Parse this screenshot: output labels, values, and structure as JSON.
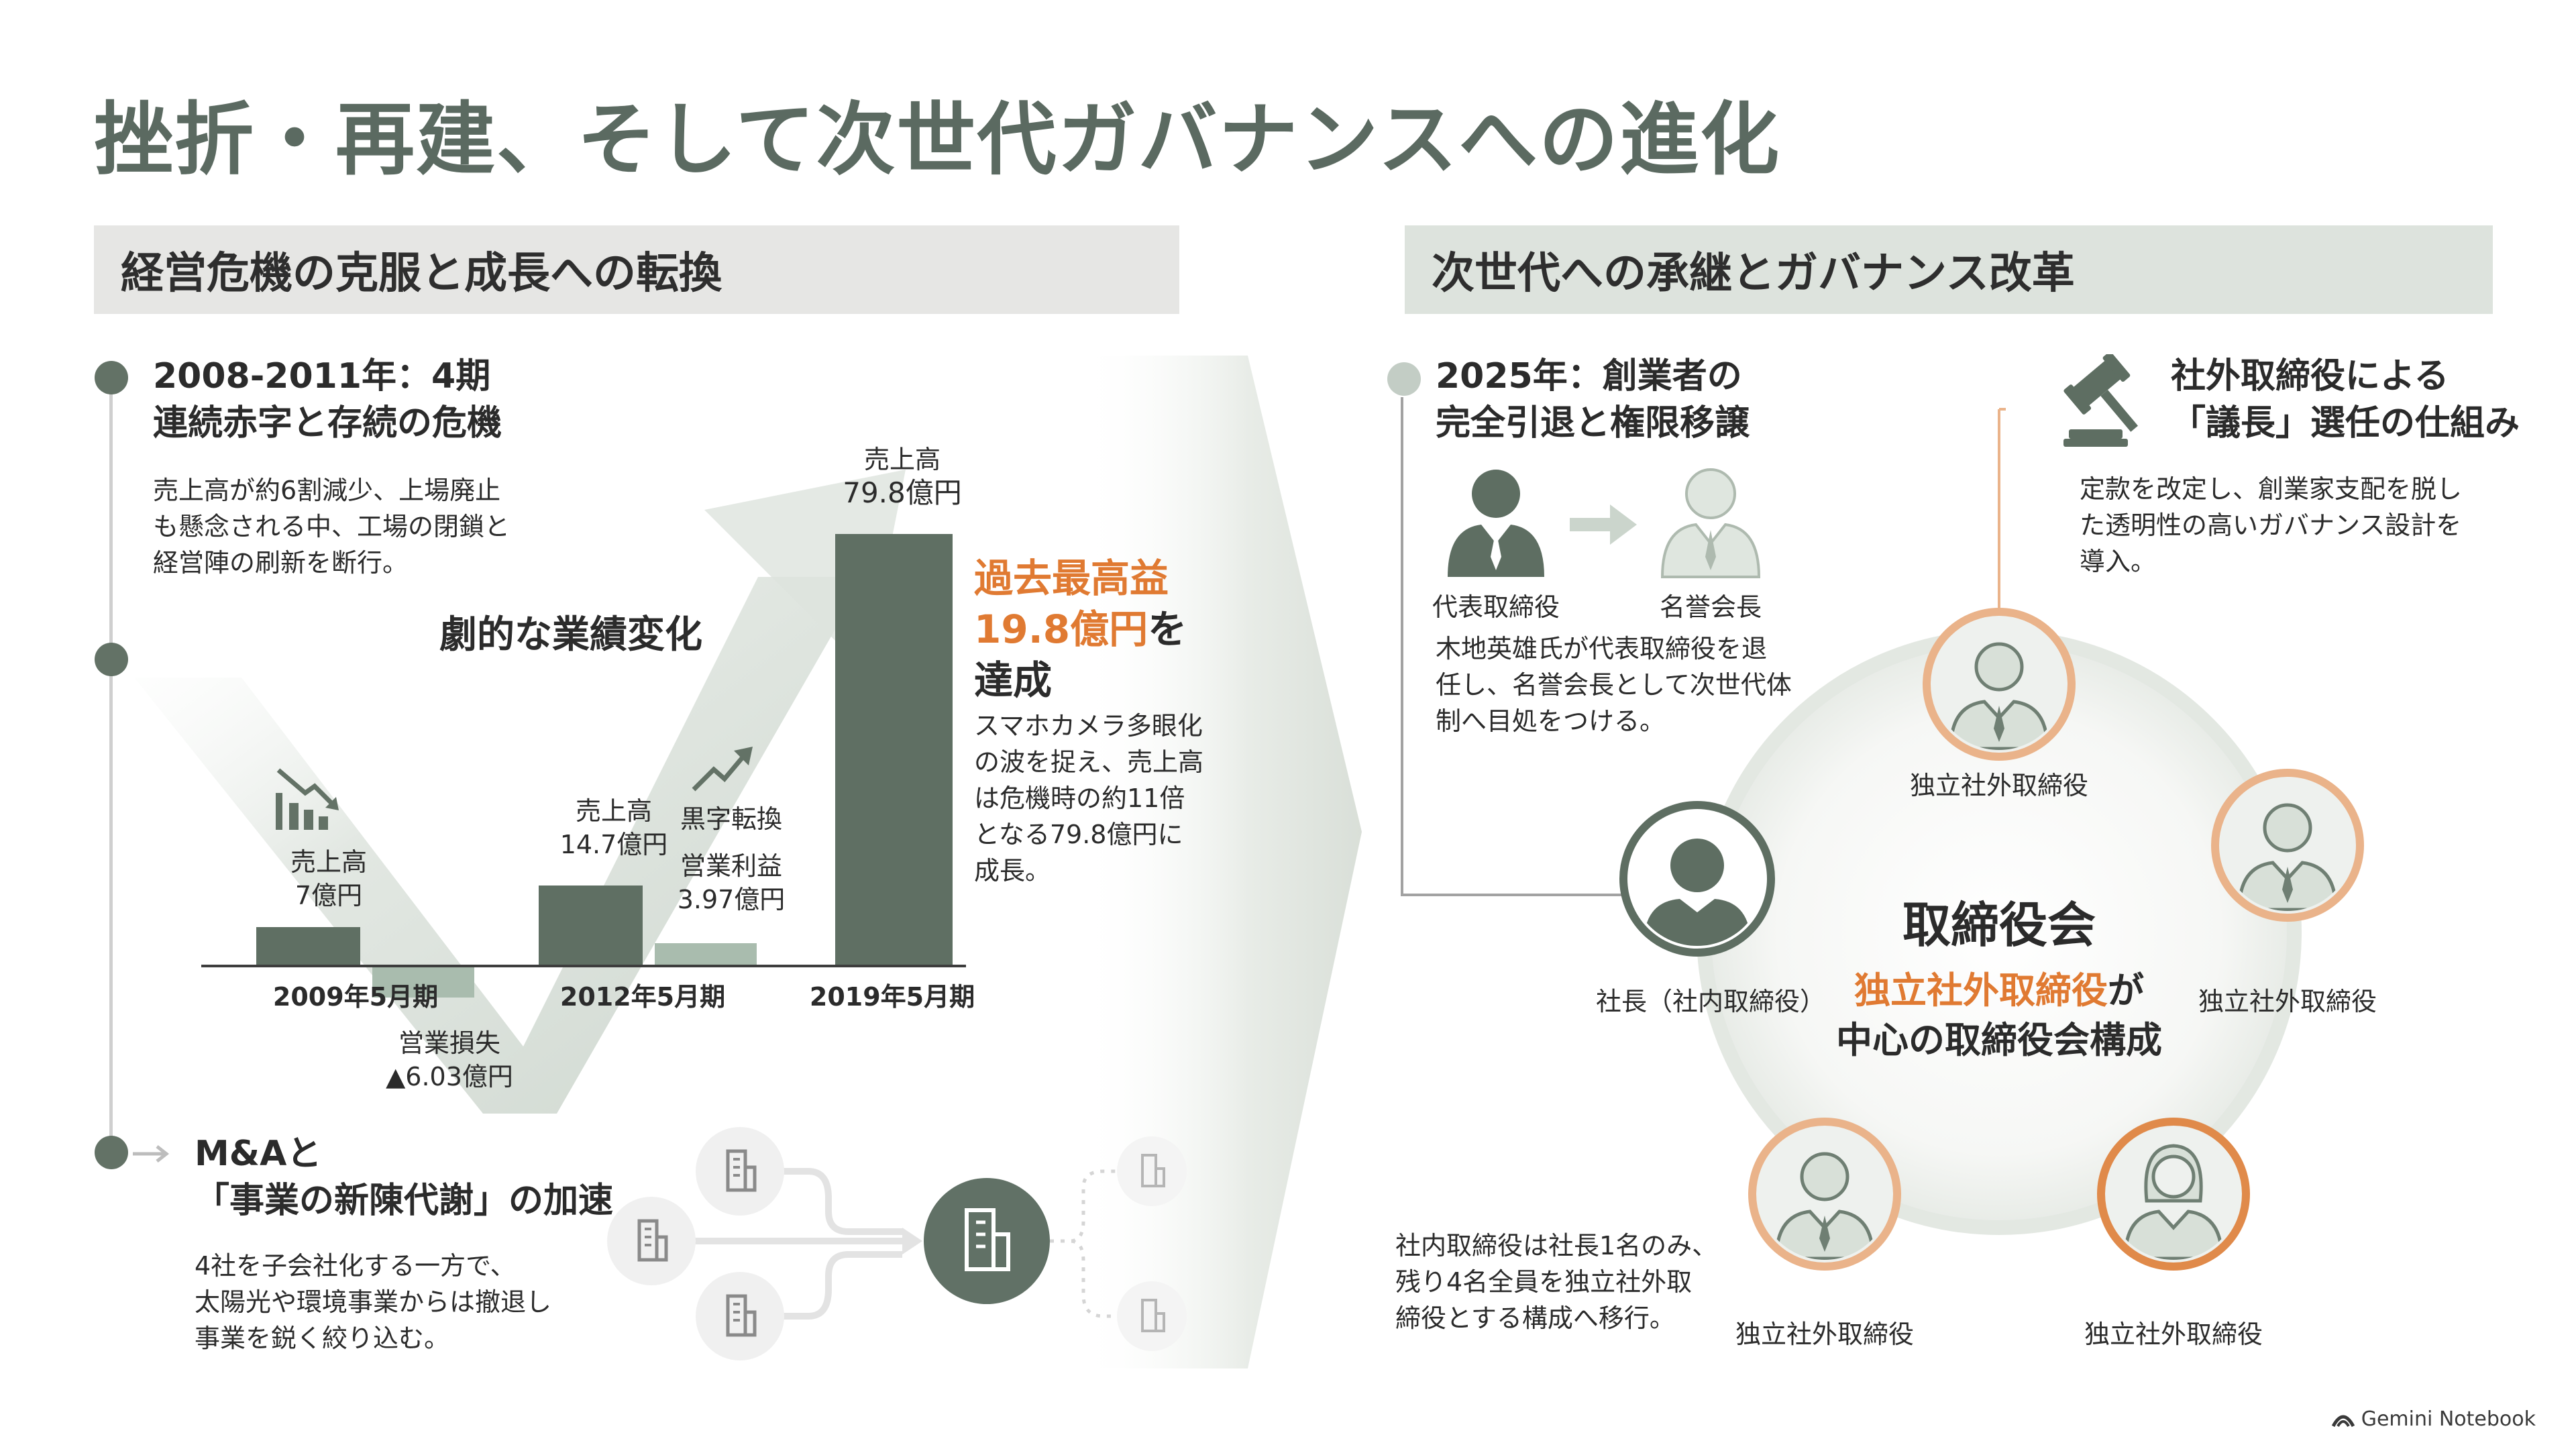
{
  "title": "挫折・再建、そして次世代ガバナンスへの進化",
  "left": {
    "header": "経営危機の克服と成長への転換",
    "crisis": {
      "heading_line1": "2008-2011年：4期",
      "heading_line2": "連続赤字と存続の危機",
      "body_line1": "売上高が約6割減少、上場廃止",
      "body_line2": "も懸念される中、工場の閉鎖と",
      "body_line3": "経営陣の刷新を断行。"
    },
    "chart_title": "劇的な業績変化",
    "chart_data": {
      "type": "bar",
      "title": "劇的な業績変化",
      "categories": [
        "2009年5月期",
        "2012年5月期",
        "2019年5月期"
      ],
      "series": [
        {
          "name": "売上高",
          "unit": "億円",
          "values": [
            7,
            14.7,
            79.8
          ]
        },
        {
          "name": "営業利益",
          "unit": "億円",
          "values": [
            -6.03,
            3.97,
            null
          ]
        }
      ]
    },
    "bar_labels": {
      "s2009_name": "売上高",
      "s2009_value": "7億円",
      "s2012_name": "売上高",
      "s2012_value": "14.7億円",
      "s2019_name": "売上高",
      "s2019_value": "79.8億円",
      "p2009_name": "営業損失",
      "p2009_value": "▲6.03億円",
      "p2012_turn": "黒字転換",
      "p2012_name": "営業利益",
      "p2012_value": "3.97億円"
    },
    "record": {
      "line1": "過去最高益",
      "line2_highlight": "19.8億円",
      "line2_rest": "を",
      "line3": "達成",
      "body_line1": "スマホカメラ多眼化",
      "body_line2": "の波を捉え、売上高",
      "body_line3": "は危機時の約11倍",
      "body_line4": "となる79.8億円に",
      "body_line5": "成長。"
    },
    "ma": {
      "heading_line1": "M&Aと",
      "heading_line2": "「事業の新陳代謝」の加速",
      "body_line1": "4社を子会社化する一方で、",
      "body_line2": "太陽光や環境事業からは撤退し",
      "body_line3": "事業を鋭く絞り込む。"
    }
  },
  "right": {
    "header": "次世代への承継とガバナンス改革",
    "succession": {
      "heading_line1": "2025年：創業者の",
      "heading_line2": "完全引退と権限移譲",
      "from_label": "代表取締役",
      "to_label": "名誉会長",
      "body_line1": "木地英雄氏が代表取締役を退",
      "body_line2": "任し、名誉会長として次世代体",
      "body_line3": "制へ目処をつける。"
    },
    "chairman": {
      "heading_line1": "社外取締役による",
      "heading_line2": "「議長」選任の仕組み",
      "body_line1": "定款を改定し、創業家支配を脱し",
      "body_line2": "た透明性の高いガバナンス設計を",
      "body_line3": "導入。"
    },
    "board": {
      "title": "取締役会",
      "subtitle_highlight": "独立社外取締役",
      "subtitle_rest": "が",
      "subtitle_line2": "中心の取締役会構成",
      "president_label": "社長（社内取締役）",
      "member_top": "独立社外取締役",
      "member_right": "独立社外取締役",
      "member_bottom_left": "独立社外取締役",
      "member_bottom_right": "独立社外取締役"
    },
    "composition": {
      "body_line1": "社内取締役は社長1名のみ、",
      "body_line2": "残り4名全員を独立社外取",
      "body_line3": "締役とする構成へ移行。"
    }
  },
  "footer": {
    "brand": "Gemini Notebook"
  },
  "colors": {
    "title": "#5b6a61",
    "bar_dark": "#5f6f63",
    "bar_light": "#a9bcae",
    "accent_orange": "#e07a32",
    "ring_orange": "#eab38a"
  }
}
